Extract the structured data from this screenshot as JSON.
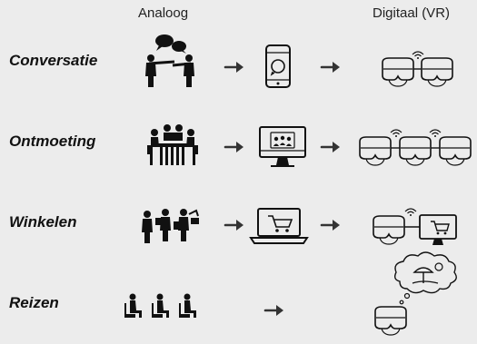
{
  "headers": {
    "analog": "Analoog",
    "digital": "Digitaal (VR)"
  },
  "rows": [
    {
      "label": "Conversatie",
      "analog_icon": "two-people-talking-icon",
      "digital_device_icon": "smartphone-whatsapp-icon",
      "vr_icon": "two-vr-headsets-connected-icon"
    },
    {
      "label": "Ontmoeting",
      "analog_icon": "people-meeting-at-table-icon",
      "digital_device_icon": "video-call-monitor-icon",
      "vr_icon": "three-vr-headsets-connected-icon"
    },
    {
      "label": "Winkelen",
      "analog_icon": "people-shopping-icon",
      "digital_device_icon": "laptop-shopping-cart-icon",
      "vr_icon": "vr-headset-with-shopping-screen-icon"
    },
    {
      "label": "Reizen",
      "analog_icon": "seated-travelers-icon",
      "digital_device_icon": "",
      "vr_icon": "vr-headset-dreaming-beach-icon"
    }
  ]
}
